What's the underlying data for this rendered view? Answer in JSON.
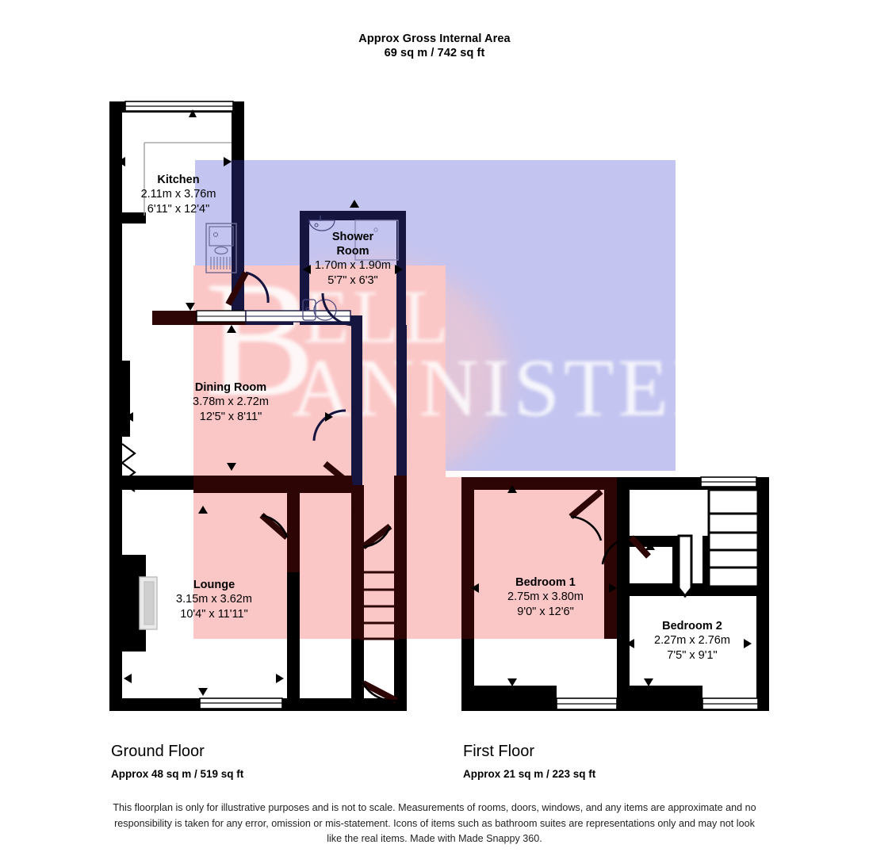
{
  "header": {
    "line1": "Approx Gross Internal Area",
    "line2": "69 sq m / 742 sq ft"
  },
  "watermark": {
    "line1": "BELL",
    "line2": "BANNISTER"
  },
  "colors": {
    "wall": "#000000",
    "wall_dark_blue": "#151540",
    "wall_dark_red": "#2d0505",
    "overlay_blue": "#c3c4f0",
    "overlay_pink": "#fbc6c6",
    "text": "#000000",
    "background": "#ffffff"
  },
  "floors": [
    {
      "id": "ground",
      "title": "Ground Floor",
      "area": "Approx 48 sq m / 519 sq ft"
    },
    {
      "id": "first",
      "title": "First Floor",
      "area": "Approx 21 sq m / 223 sq ft"
    }
  ],
  "rooms": [
    {
      "id": "kitchen",
      "name": "Kitchen",
      "metric": "2.11m x 3.76m",
      "imperial": "6'11\" x 12'4\"",
      "floor": "ground"
    },
    {
      "id": "shower-room",
      "name": "Shower\nRoom",
      "name_line1": "Shower",
      "name_line2": "Room",
      "metric": "1.70m x 1.90m",
      "imperial": "5'7\" x 6'3\"",
      "floor": "ground"
    },
    {
      "id": "dining-room",
      "name": "Dining Room",
      "metric": "3.78m x 2.72m",
      "imperial": "12'5\" x 8'11\"",
      "floor": "ground"
    },
    {
      "id": "lounge",
      "name": "Lounge",
      "metric": "3.15m x 3.62m",
      "imperial": "10'4\" x 11'11\"",
      "floor": "ground"
    },
    {
      "id": "bedroom-1",
      "name": "Bedroom 1",
      "metric": "2.75m x 3.80m",
      "imperial": "9'0\" x 12'6\"",
      "floor": "first"
    },
    {
      "id": "bedroom-2",
      "name": "Bedroom 2",
      "metric": "2.27m x 2.76m",
      "imperial": "7'5\" x 9'1\"",
      "floor": "first"
    }
  ],
  "disclaimer": "This floorplan is only for illustrative purposes and is not to scale. Measurements of rooms, doors, windows, and any items are approximate and no responsibility is taken for any error, omission or mis-statement. Icons of items such as bathroom suites are representations only and may not look like the real items. Made with Made Snappy 360."
}
